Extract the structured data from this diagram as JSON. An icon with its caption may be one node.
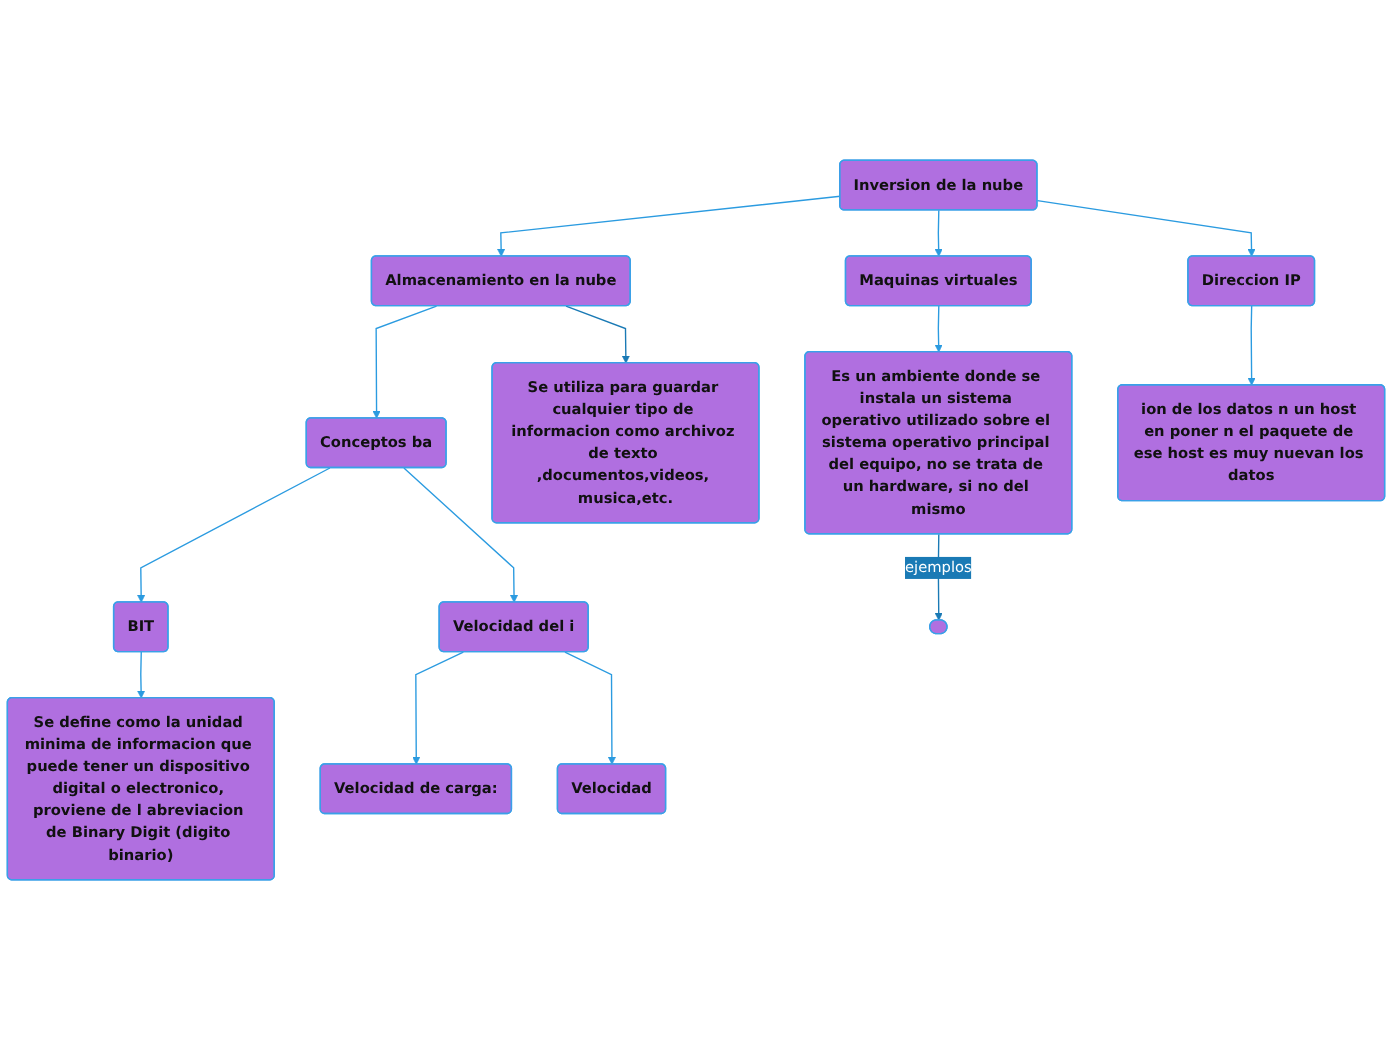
{
  "diagram": {
    "nodes": [
      {
        "text": [
          "Inversion de la nube"
        ]
      },
      {
        "text": [
          "Direccion IP"
        ]
      },
      {
        "text": [
          "Maquinas virtuales"
        ]
      },
      {
        "text": [
          "Almacenamiento en la nube"
        ]
      },
      {
        "text": [
          "Es un ambiente donde se instala un sistema operativo utilizado sobre el sistema operativo principal del equipo, no se trata de un hardware, si no del mismo"
        ]
      },
      {
        "text": [
          "Se utiliza para guardar cualquier tipo de informacion como archivoz de texto ,documentos,videos, musica,etc."
        ]
      },
      {
        "text": [
          "Conceptos ba"
        ]
      },
      {
        "text": [
          "ion de los datos n un host en poner n el paquete de ese host es muy nuevan los datos"
        ]
      },
      {
        "text": [
          "BIT"
        ]
      },
      {
        "text": [
          "Velocidad del i"
        ]
      },
      {
        "text": [
          "Se define como la unidad minima de informacion que puede tener un dispositivo digital o electronico, proviene de l abreviacion de Binary Digit (digito binario)"
        ]
      },
      {
        "text": [],
        "shape": "box"
      },
      {
        "text": [
          "Velocidad de carga:"
        ]
      },
      {
        "text": [
          "Velocidad"
        ]
      }
    ],
    "edges": [
      {
        "from": 0,
        "to": 1,
        "arrow": "to"
      },
      {
        "from": 0,
        "to": 2,
        "arrow": "to"
      },
      {
        "from": 0,
        "to": 3,
        "arrow": "to"
      },
      {
        "from": 1,
        "to": 7,
        "arrow": "to"
      },
      {
        "from": 2,
        "to": 4,
        "arrow": "to"
      },
      {
        "from": 4,
        "to": 11,
        "arrow": "to",
        "label": "ejemplos",
        "color": "#1a7ab5"
      },
      {
        "from": 3,
        "to": 5,
        "arrow": "to",
        "color": "#1a7ab5"
      },
      {
        "from": 3,
        "to": 6,
        "arrow": "to"
      },
      {
        "from": 6,
        "to": 8,
        "arrow": "to"
      },
      {
        "from": 6,
        "to": 9,
        "arrow": "to"
      },
      {
        "from": 8,
        "to": 10,
        "arrow": "to"
      },
      {
        "from": 9,
        "to": 12,
        "arrow": "to"
      },
      {
        "from": 9,
        "to": 13,
        "arrow": "to"
      }
    ]
  }
}
